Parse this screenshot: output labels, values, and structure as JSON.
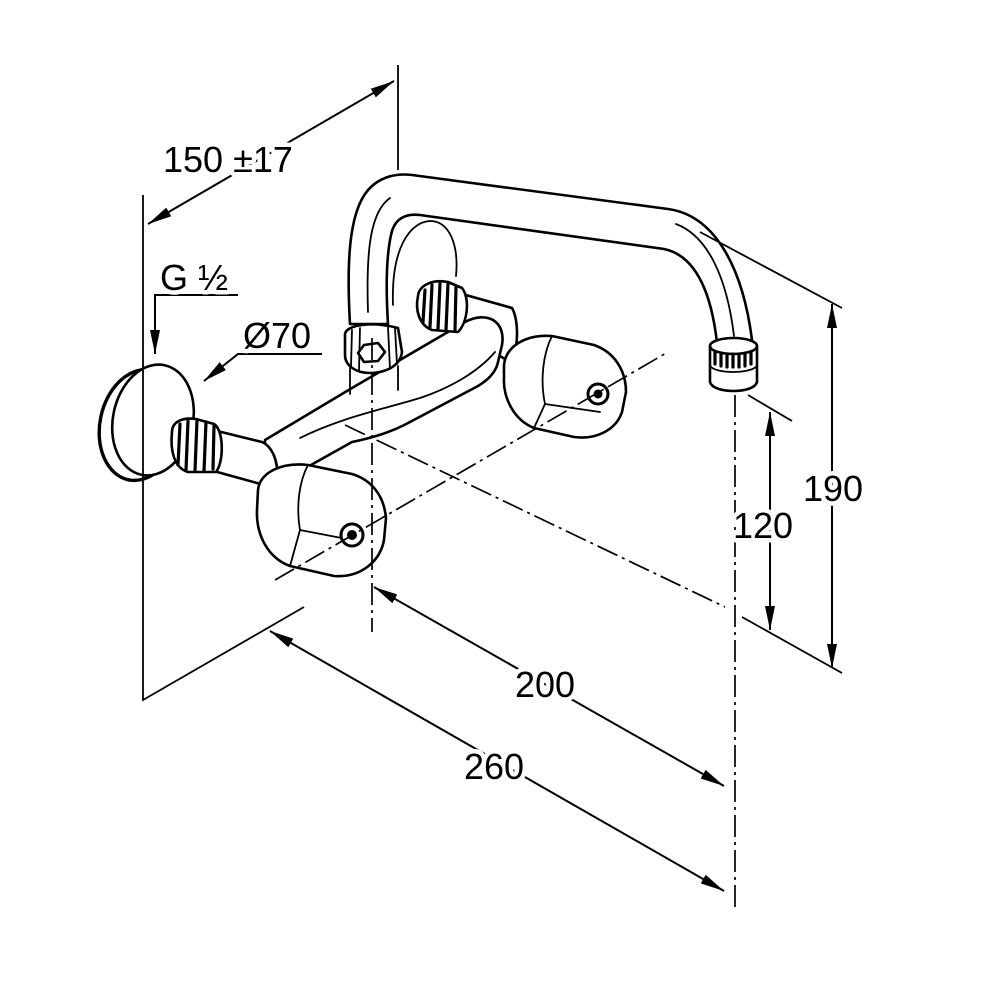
{
  "drawing": {
    "labels": {
      "spout_reach": "150 ±17",
      "connection_thread": "G ½",
      "flange_diameter": "Ø70",
      "overall_height": "190",
      "outlet_height": "120",
      "axis_to_outlet": "200",
      "wall_to_outlet": "260"
    }
  },
  "colors": {
    "line": "#000000",
    "background": "#ffffff"
  }
}
